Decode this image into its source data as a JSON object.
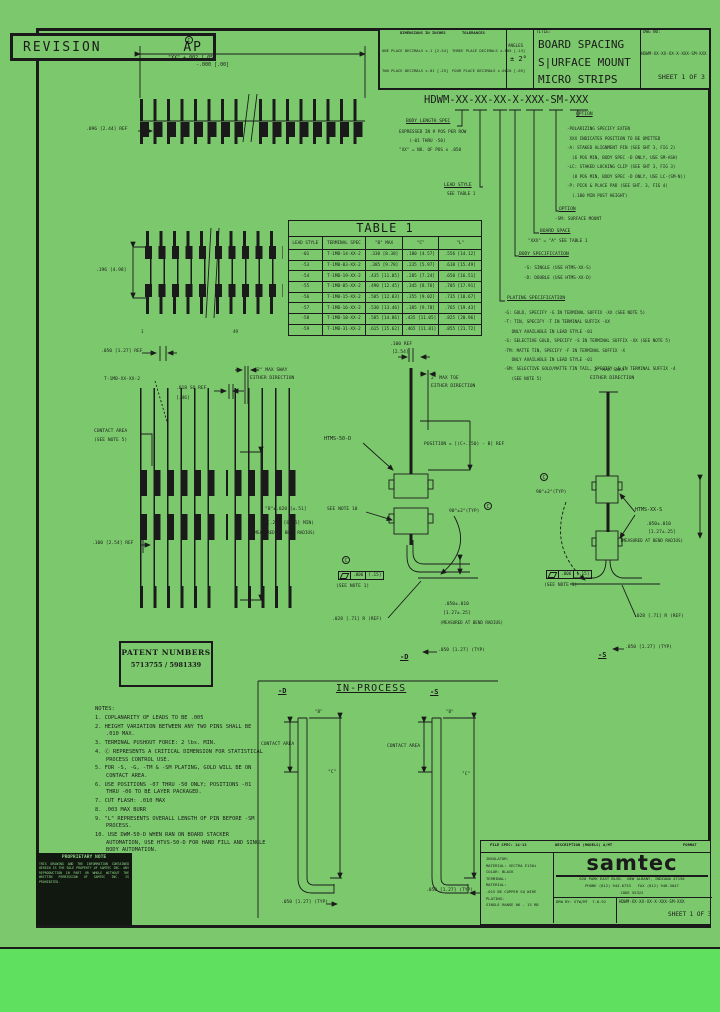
{
  "page": {
    "revision_word": "REVISION",
    "revision_code": "AP"
  },
  "title_block": {
    "dims_header": "DIMENSIONS IN INCHES",
    "tol_header": "TOLERANCES",
    "tol_row1a": "ONE PLACE DECIMALS ±.1 [2.54]",
    "tol_row1b": "THREE PLACE DECIMALS ±.005 [.13]",
    "tol_row2a": "TWO PLACE DECIMALS ±.01 [.25]",
    "tol_row2b": "FOUR PLACE DECIMALS ±.0020 [.05]",
    "angles_label": "ANGLES",
    "angles_value": "± 2°",
    "title_label": "TITLE:",
    "title_lines": [
      "BOARD SPACING",
      "S|URFACE MOUNT",
      "MICRO STRIPS"
    ],
    "dwg_label": "DWG NO:",
    "dwg_no": "HDWM-XX-XX-XX-X-XXX-SM-XXX",
    "sheet": "SHEET 1 OF 3"
  },
  "pn": {
    "number": "HDWM-XX-XX-XX-X-XXX-SM-XXX",
    "body_length": {
      "title": "BODY LENGTH SPEC",
      "lines": [
        "EXPRESSED IN # POS PER ROW",
        "    (-01 THRU -50)",
        "\"XX\" = NO. OF POS x .050"
      ]
    },
    "lead_style": {
      "title": "LEAD STYLE",
      "line": "SEE TABLE 1"
    },
    "option_right": {
      "title": "OPTION",
      "lines": [
        "-POLARIZING SPECIFY EXTEN",
        " XXX INDICATES POSITION TO BE OMITTED",
        "-A: STAKED ALIGNMENT PIN (SEE SHT 3, FIG 2)",
        "  (6 POS MIN, BODY SPEC -D ONLY, USE SM-ASH)",
        "-LC: STAKED LOCKING CLIP (SEE SHT 3, FIG 3)",
        "  (8 POS MIN, BODY SPEC -D ONLY, USE LC-(SM-N))",
        "-P: PICK & PLACE PAD (SEE SHT. 3, FIG 4)",
        "  (.100 MIN POST HEIGHT)"
      ]
    },
    "option_sm": {
      "title": "OPTION",
      "line": "-SM: SURFACE MOUNT"
    },
    "board_space": {
      "title": "BOARD SPACE",
      "line": "\"XXX\" = \"A\" SEE TABLE 1"
    },
    "body_spec": {
      "title": "BODY SPECIFICATION",
      "lines": [
        "-S: SINGLE (USE HTMS-XX-S)",
        "-D: DOUBLE (USE HTMS-XX-D)"
      ]
    },
    "plating": {
      "title": "PLATING SPECIFICATION",
      "lines": [
        "-G: GOLD, SPECIFY -G IN TERMINAL SUFFIX -XX (SEE NOTE 5)",
        "-T: TIN, SPECIFY -T IN TERMINAL SUFFIX -XX",
        "   ONLY AVAILABLE IN LEAD STYLE -01",
        "-S: SELECTIVE GOLD, SPECIFY -S IN TERMINAL SUFFIX -XX (SEE NOTE 5)",
        "-TM: MATTE TIN, SPECIFY -F IN TERMINAL SUFFIX -X",
        "   ONLY AVAILABLE IN LEAD STYLE -01",
        "-SM: SELECTIVE GOLD/MATTE TIN TAIL, SPECIFY -S IN TERMINAL SUFFIX -4",
        "   (SEE NOTE 5)"
      ]
    }
  },
  "table1": {
    "title": "TABLE 1",
    "headers": [
      "LEAD STYLE",
      "TERMINAL SPEC",
      "\"B\" MAX",
      "\"C\"",
      "\"L\""
    ],
    "rows": [
      [
        "-01",
        "T-1MB-14-XX-2",
        ".330 [8.38]",
        ".180 [4.57]",
        ".556 [14.12]"
      ],
      [
        "-53",
        "T-1MB-03-XX-2",
        ".385 [9.78]",
        ".235 [5.97]",
        ".610 [15.49]"
      ],
      [
        "-54",
        "T-1MB-19-XX-2",
        ".435 [11.05]",
        ".285 [7.24]",
        ".650 [16.51]"
      ],
      [
        "-55",
        "T-1MB-05-XX-2",
        ".490 [12.45]",
        ".345 [8.76]",
        ".705 [17.91]"
      ],
      [
        "-56",
        "T-1MB-15-XX-2",
        ".505 [12.83]",
        ".355 [9.02]",
        ".735 [18.67]"
      ],
      [
        "-57",
        "T-1MB-16-XX-2",
        ".530 [13.46]",
        ".385 [9.78]",
        ".765 [19.43]"
      ],
      [
        "-58",
        "T-1MB-18-XX-2",
        ".585 [14.86]",
        ".435 [11.05]",
        ".825 [20.96]"
      ],
      [
        "-59",
        "T-1MB-31-XX-2",
        ".615 [15.62]",
        ".465 [11.81]",
        ".855 [21.72]"
      ]
    ]
  },
  "patent": {
    "title": "PATENT NUMBERS",
    "numbers": "5713755 / 5981339"
  },
  "notes": {
    "heading": "NOTES:",
    "items": [
      "1. COPLANARITY OF LEADS TO BE .005",
      "2. HEIGHT VARIATION BETWEEN ANY TWO PINS SHALL BE .010 MAX.",
      "3. TERMINAL PUSHOUT FORCE: 2 lbs. MIN.",
      "4. Ⓒ REPRESENTS A CRITICAL DIMENSION FOR STATISTICAL PROCESS CONTROL USE.",
      "5. FOR -S, -G, -TM & -SM PLATING, GOLD WILL BE ON CONTACT AREA.",
      "6. USE POSITIONS -07 THRU -50 ONLY; POSITIONS -01 THRU -06 TO BE LAYER PACKAGED.",
      "7. CUT FLASH: .010 MAX",
      "8. .003 MAX BURR",
      "9. \"L\" REPRESENTS OVERALL LENGTH OF PIN BEFORE -SM PROCESS.",
      "10. USE DWM-50-D WHEN RAN ON BOARD STACKER AUTOMATION, USE HTVS-50-D FOR HAND FILL AND SINGLE BODY AUTOMATION."
    ]
  },
  "drawings": {
    "spc": "C",
    "top_view": {
      "len1": "\"XX\" +.002 [.05]",
      "len2": "-.000 [.00]",
      "height_ref": ".096 [2.44] REF"
    },
    "view2": {
      "height_dim": ".196 [4.98]",
      "pitch_dim": ".050 [1.27] REF",
      "pin_first": "1",
      "pin_last": "49"
    },
    "comb_view": {
      "terminal_label": "T-1MB-XX-XX-2",
      "sq_ref": ".018 SQ REF",
      "sq_ref_mm": "[.46]",
      "sway1": "2° MAX SWAY",
      "sway2": "EITHER DIRECTION",
      "contact1": "CONTACT AREA",
      "contact2": "(SEE NOTE 5)",
      "b1": "\"B\"±.020 [±.51]",
      "b2": "(.250 [6.35] MIN)",
      "b3": "(MEASURED AT BEND RADIUS)",
      "row_ref": ".100 [2.54] REF"
    },
    "d_view": {
      "ref1": ".100 REF",
      "ref2": "[2.54]",
      "toe1": "2° MAX TOE",
      "toe2": "EITHER DIRECTION",
      "part_label": "HTMS-50-D",
      "position": "POSITION = [(C+.150) - B] REF",
      "see_note": "SEE NOTE 10",
      "angle": "90°±2°(TYP)",
      "flat_val": ".006",
      "flat_mm": "[.15]",
      "flat_note": "(SEE NOTE 1)",
      "radius": ".028 [.71] R (REF)",
      "bend1": ".050±.010",
      "bend2": "[1.27±.25]",
      "bend3": "(MEASURED AT BEND RADIUS)",
      "typ": ".050 [1.27] (TYP)",
      "label": "-D"
    },
    "s_view": {
      "sway1": "2° MAX SWAY",
      "sway2": "EITHER DIRECTION",
      "angle": "90°±2°(TYP)",
      "part_label": "HTMS-XX-S",
      "bend1": ".050±.010",
      "bend2": "[1.27±.25]",
      "bend3": "(MEASURED AT BEND RADIUS)",
      "flat_val": ".006",
      "flat_mm": "[.15]",
      "flat_note": "(SEE NOTE 1)",
      "radius": ".028 [.71] R (REF)",
      "typ": ".050 [1.27] (TYP)",
      "label": "-S"
    },
    "in_process": {
      "title": "IN-PROCESS",
      "d_label": "-D",
      "s_label": "-S",
      "contact_area": "CONTACT AREA",
      "b": "\"B\"",
      "c": "\"C\"",
      "typ1": ".050 [1.27] (TYP)",
      "typ2": ".050 [1.27] (TYP)"
    }
  },
  "footer": {
    "file_left": "FILE SPEC: 14-13",
    "file_mid": "DESCRIPTION (MODELS) A/MT",
    "file_right": "FORMAT",
    "materials": [
      "INSULATOR:",
      "MATERIAL: VECTRA E130i",
      "COLOR: BLACK",
      "TERMINAL:",
      "MATERIAL:",
      ".015 BE COPPER SQ WIRE",
      "PLATING:",
      "SINGLE RANGE 06 - 13 RB"
    ],
    "logo": "samtec",
    "address1": "620 PARK EAST BLVD.  NEW ALBANY, INDIANA 47150",
    "address2": "PHONE (812) 944-6733   FAX (812) 948-5047",
    "address3": "CODE 55322",
    "drw_label": "DRW BY:",
    "drw_value": "STW/MT  7-8-92",
    "dwg_no": "HDWM-XX-XX-XX-X-XXX-SM-XXX",
    "sheet": "SHEET 1 OF 3"
  },
  "proprietary": {
    "title": "PROPRIETARY NOTE",
    "body": "THIS DRAWING AND THE INFORMATION CONTAINED HEREIN IS THE SOLE PROPERTY OF SAMTEC INC. ANY REPRODUCTION IN PART OR WHOLE WITHOUT THE WRITTEN PERMISSION OF SAMTEC INC. IS PROHIBITED."
  }
}
